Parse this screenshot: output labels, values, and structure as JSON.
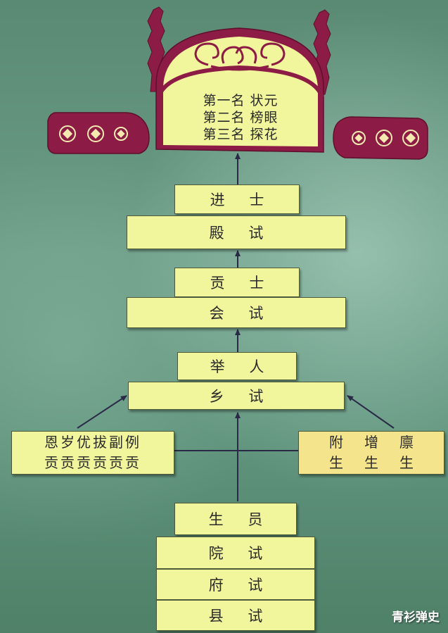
{
  "diagram": {
    "top_rank": {
      "lines": [
        "第一名 状元",
        "第二名 榜眼",
        "第三名 探花"
      ]
    },
    "levels": {
      "jinshi": "进 士",
      "dianshi": "殿 试",
      "gongshi": "贡 士",
      "huishi": "会 试",
      "juren": "举 人",
      "xiangshi": "乡 试",
      "shengyuan": "生 员",
      "yuanshi": "院 试",
      "fushi": "府 试",
      "xianshi": "县 试"
    },
    "gongsheng": {
      "line1": "恩岁优拔副例",
      "line2": "贡贡贡贡贡贡"
    },
    "fuzeng": {
      "line1": "附增廪",
      "line2": "生生生"
    }
  },
  "watermark": "青衫弹史",
  "colors": {
    "background": "#5f8f78",
    "box_fill": "#f1f59c",
    "box_fill_warm": "#f4e48c",
    "maroon": "#8c1c45",
    "line": "#2a2a48"
  }
}
